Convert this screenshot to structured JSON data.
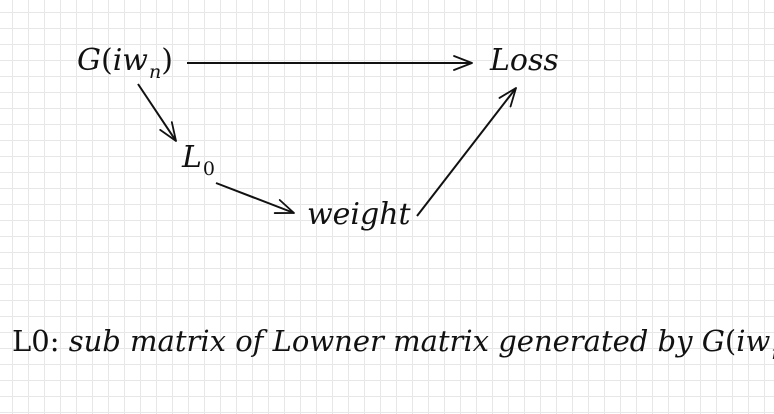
{
  "nodes": {
    "g": {
      "base": "G",
      "open": "(",
      "arg": "iw",
      "sub": "n",
      "close": ")"
    },
    "loss": "Loss",
    "l0": {
      "base": "L",
      "sub": "0"
    },
    "weight": "weight"
  },
  "caption": {
    "label": "L0",
    "colon": ":",
    "text": "sub matrix of Lowner matrix generated by",
    "g": {
      "base": "G",
      "open": "(",
      "arg": "iw",
      "sub": "n",
      "close": ")"
    }
  }
}
